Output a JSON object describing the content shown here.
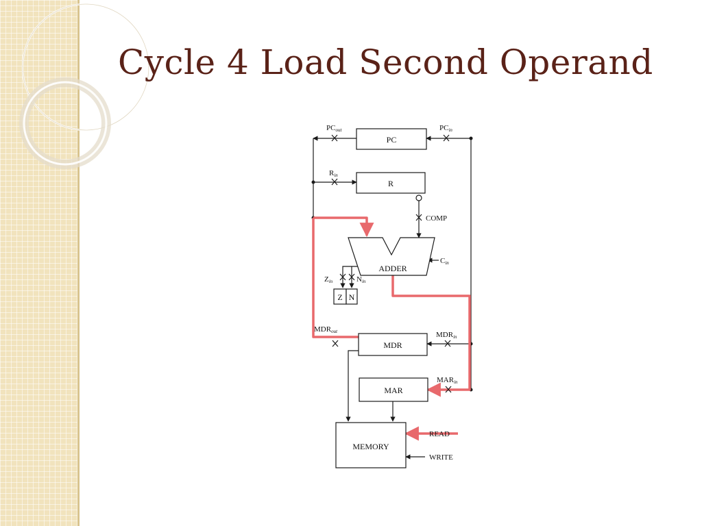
{
  "slide": {
    "title": "Cycle 4 Load Second Operand"
  },
  "diagram": {
    "registers": {
      "pc": "PC",
      "r": "R",
      "adder": "ADDER",
      "z": "Z",
      "n": "N",
      "mdr": "MDR",
      "mar": "MAR",
      "memory": "MEMORY"
    },
    "signals": {
      "pc_out": {
        "base": "PC",
        "sub": "out"
      },
      "pc_in": {
        "base": "PC",
        "sub": "in"
      },
      "r_in": {
        "base": "R",
        "sub": "in"
      },
      "comp": "COMP",
      "c_in": {
        "base": "C",
        "sub": "in"
      },
      "z_in": {
        "base": "Z",
        "sub": "in"
      },
      "n_in": {
        "base": "N",
        "sub": "in"
      },
      "mdr_out": {
        "base": "MDR",
        "sub": "out"
      },
      "mdr_in": {
        "base": "MDR",
        "sub": "in"
      },
      "mar_in": {
        "base": "MAR",
        "sub": "in"
      },
      "read": "READ",
      "write": "WRITE"
    },
    "colors": {
      "highlight": "#e8696c",
      "line": "#1a1a1a"
    }
  },
  "theme": {
    "title_color": "#5a2218",
    "sidebar_color": "#f1e3bd"
  }
}
